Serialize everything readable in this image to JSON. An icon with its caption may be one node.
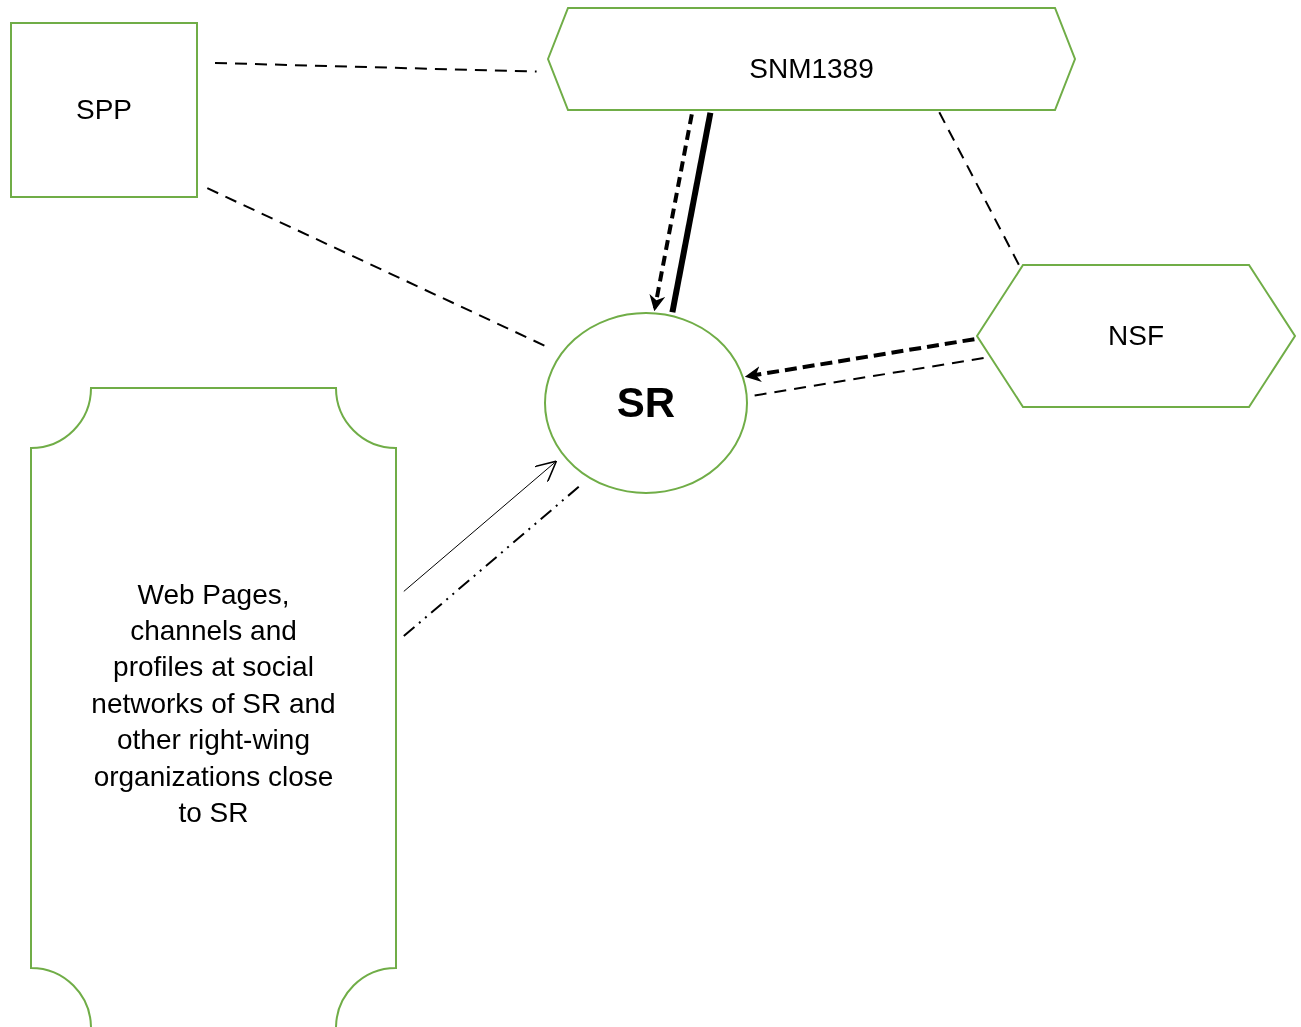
{
  "diagram": {
    "nodes": [
      {
        "text": [
          "SPP"
        ]
      },
      {
        "text": [
          "SNM1389"
        ]
      },
      {
        "text": [
          "SR"
        ]
      },
      {
        "text": [
          "NSF"
        ]
      },
      {
        "text": [
          "Web Pages, channels and profiles at social networks of SR and other right-wing organizations close to SR"
        ]
      }
    ],
    "edges": [
      {
        "from": 0,
        "to": 1,
        "arrow": "none",
        "style": "dashed"
      },
      {
        "from": 0,
        "to": 2,
        "arrow": "none",
        "style": "dashed"
      },
      {
        "from": 1,
        "to": 2,
        "arrow": "to",
        "style": "dashed"
      },
      {
        "from": 1,
        "to": 2,
        "arrow": "none",
        "style": "thick"
      },
      {
        "from": 1,
        "to": 3,
        "arrow": "none",
        "style": "dashed"
      },
      {
        "from": 3,
        "to": 2,
        "arrow": "none",
        "style": "dashed"
      },
      {
        "from": 3,
        "to": 2,
        "arrow": "to",
        "style": "dashed"
      },
      {
        "from": 4,
        "to": 2,
        "arrow": "to"
      },
      {
        "from": 4,
        "to": 2,
        "arrow": "none",
        "style": "dashed"
      }
    ]
  }
}
